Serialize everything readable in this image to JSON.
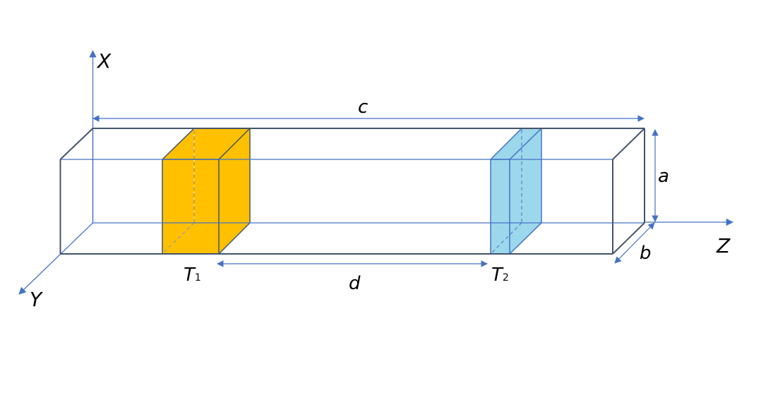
{
  "diagram": {
    "type": "3d-rectangular-waveguide-schematic",
    "axes": {
      "x": "X",
      "y": "Y",
      "z": "Z"
    },
    "dimensions": {
      "length": "c",
      "height": "a",
      "width": "b",
      "separation": "d"
    },
    "slabs": [
      {
        "label": "T",
        "subscript": "1",
        "color": "#FFC000"
      },
      {
        "label": "T",
        "subscript": "2",
        "color": "#9DD7EC"
      }
    ],
    "colors": {
      "box_edge": "#44546A",
      "axis": "#4472C4",
      "dimension": "#4472C4"
    }
  }
}
